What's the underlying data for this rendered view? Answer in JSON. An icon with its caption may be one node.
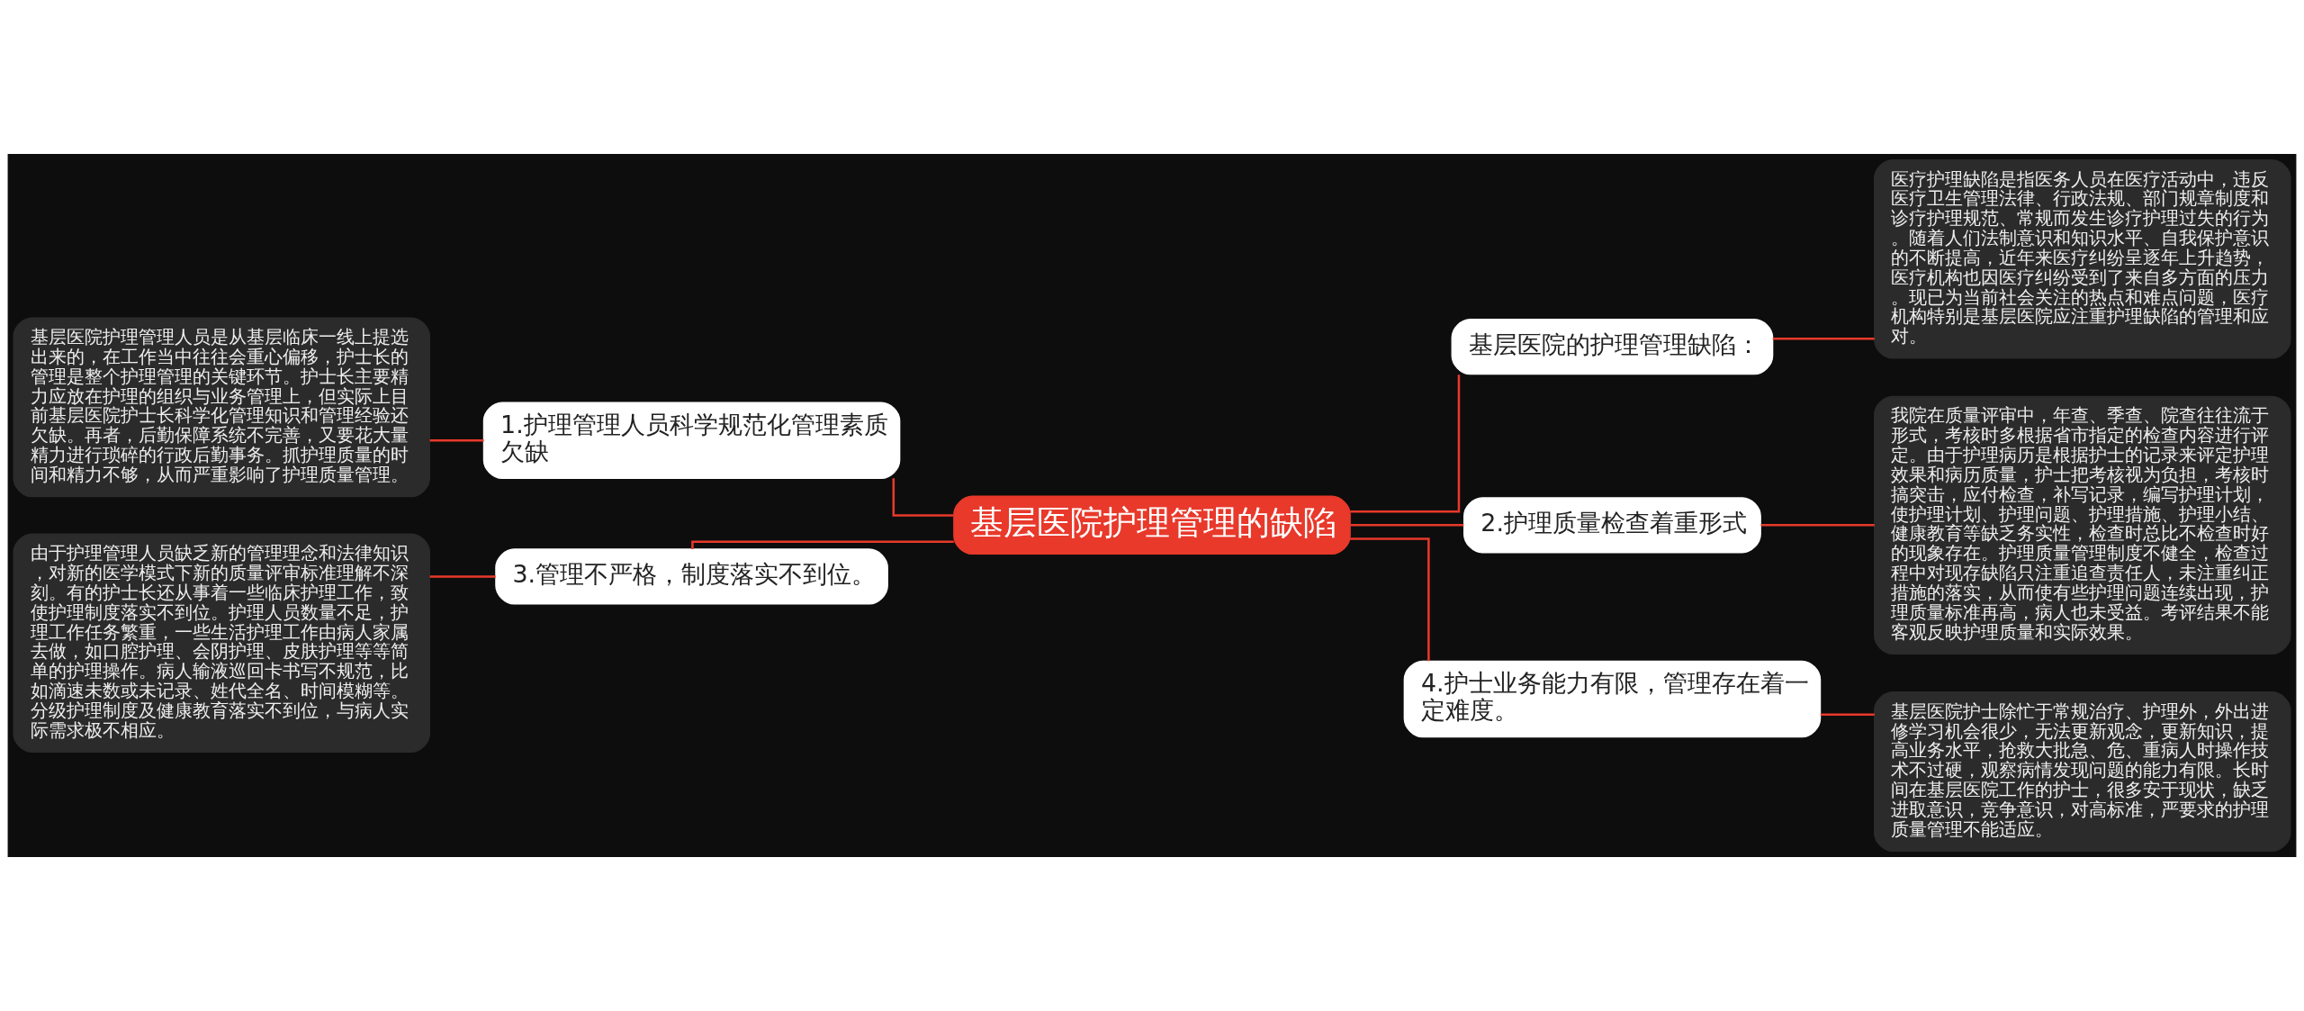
{
  "diagram": {
    "nodes": [
      {
        "text": [
          "基层医院护理管理的缺陷"
        ]
      },
      {
        "text": [
          "1.护理管理人员科学规范化管理素质欠缺"
        ]
      },
      {
        "text": [
          "基层医院护理管理人员是从基层临床一线上提选出来的，在工作当中往往会重心偏移，护士长的管理是整个护理管理的关键环节。护士长主要精力应放在护理的组织与业务管理上，但实际上目前基层医院护士长科学化管理知识和管理经验还欠缺。再者，后勤保障系统不完善，又要花大量精力进行琐碎的行政后勤事务。抓护理质量的时间和精力不够，从而严重影响了护理质量管理。"
        ]
      },
      {
        "text": [
          "3.管理不严格，制度落实不到位。"
        ]
      },
      {
        "text": [
          "由于护理管理人员缺乏新的管理理念和法律知识，对新的医学模式下新的质量评审标准理解不深刻。有的护士长还从事着一些临床护理工作，致使护理制度落实不到位。护理人员数量不足，护理工作任务繁重，一些生活护理工作由病人家属去做，如口腔护理、会阴护理、皮肤护理等等简单的护理操作。病人输液巡回卡书写不规范，比如滴速未数或未记录、姓代全名、时间模糊等。分级护理制度及健康教育落实不到位，与病人实际需求极不相应。"
        ]
      },
      {
        "text": [
          "基层医院的护理管理缺陷："
        ]
      },
      {
        "text": [
          "医疗护理缺陷是指医务人员在医疗活动中，违反医疗卫生管理法律、行政法规、部门规章制度和诊疗护理规范、常规而发生诊疗护理过失的行为。随着人们法制意识和知识水平、自我保护意识的不断提高，近年来医疗纠纷呈逐年上升趋势，医疗机构也因医疗纠纷受到了来自多方面的压力。现已为当前社会关注的热点和难点问题，医疗机构特别是基层医院应注重护理缺陷的管理和应对。"
        ]
      },
      {
        "text": [
          "2.护理质量检查着重形式"
        ]
      },
      {
        "text": [
          "我院在质量评审中，年查、季查、院查往往流于形式，考核时多根据省市指定的检查内容进行评定。由于护理病历是根据护士的记录来评定护理效果和病历质量，护士把考核视为负担，考核时搞突击，应付检查，补写记录，编写护理计划，使护理计划、护理问题、护理措施、护理小结、健康教育等缺乏务实性，检查时总比不检查时好的现象存在。护理质量管理制度不健全，检查过程中对现存缺陷只注重追查责任人，未注重纠正措施的落实，从而使有些护理问题连续出现，护理质量标准再高，病人也未受益。考评结果不能客观反映护理质量和实际效果。"
        ]
      },
      {
        "text": [
          "4.护士业务能力有限，管理存在着一定难度。"
        ]
      },
      {
        "text": [
          "基层医院护士除忙于常规治疗、护理外，外出进修学习机会很少，无法更新观念，更新知识，提高业务水平，抢救大批急、危、重病人时操作技术不过硬，观察病情发现问题的能力有限。长时间在基层医院工作的护士，很多安于现状，缺乏进取意识，竞争意识，对高标准，严要求的护理质量管理不能适应。"
        ]
      }
    ],
    "edges": [
      {
        "from": 0,
        "to": 1,
        "arrow": "none"
      },
      {
        "from": 1,
        "to": 2,
        "arrow": "none"
      },
      {
        "from": 0,
        "to": 3,
        "arrow": "none"
      },
      {
        "from": 3,
        "to": 4,
        "arrow": "none"
      },
      {
        "from": 0,
        "to": 5,
        "arrow": "none"
      },
      {
        "from": 5,
        "to": 6,
        "arrow": "none"
      },
      {
        "from": 0,
        "to": 7,
        "arrow": "none"
      },
      {
        "from": 7,
        "to": 8,
        "arrow": "none"
      },
      {
        "from": 0,
        "to": 9,
        "arrow": "none"
      },
      {
        "from": 9,
        "to": 10,
        "arrow": "none"
      }
    ]
  }
}
